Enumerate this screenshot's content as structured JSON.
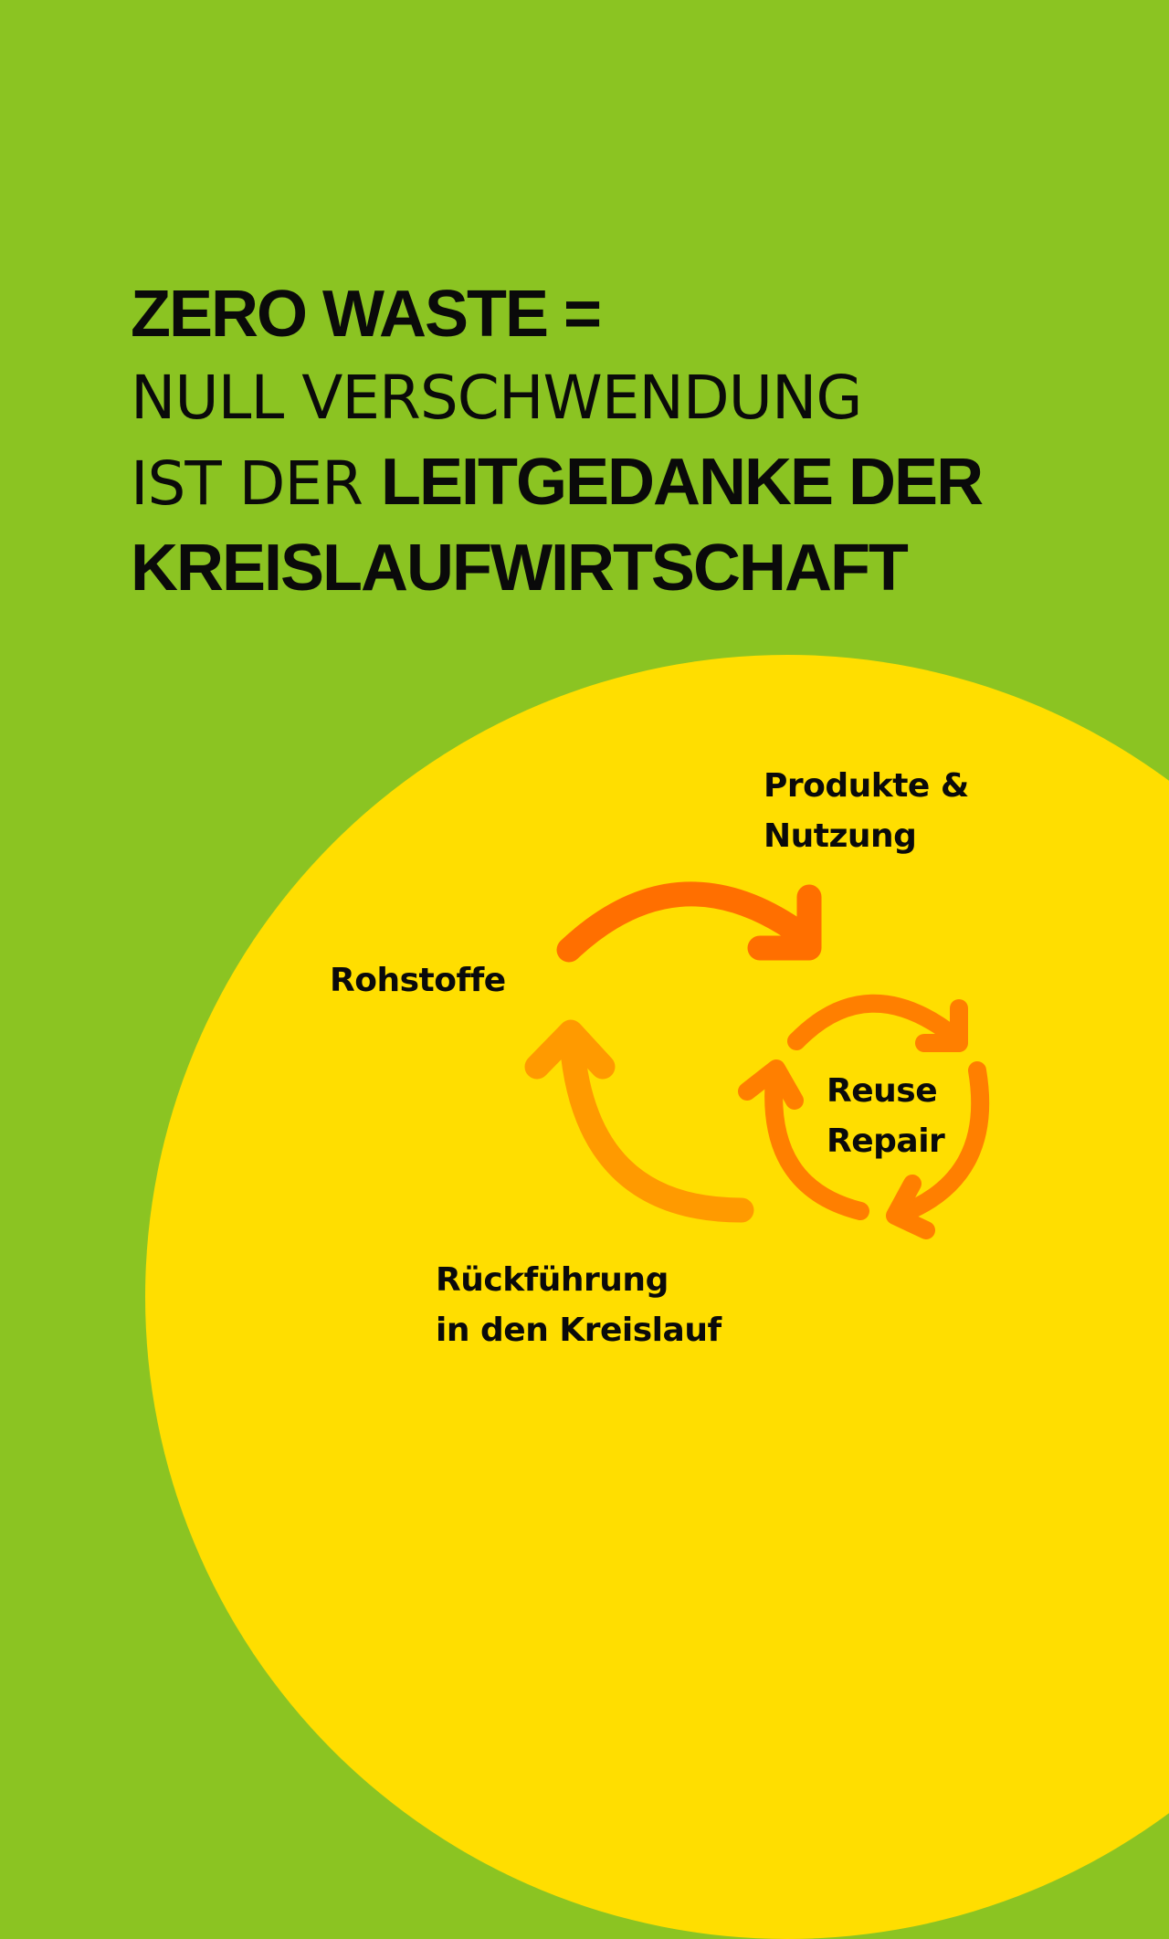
{
  "colors": {
    "background_green": "#8BC422",
    "circle_yellow": "#FFDE00",
    "arrow_dark_orange": "#FF6F00",
    "arrow_mid_orange": "#FF7F00",
    "arrow_light_orange": "#FF9A00",
    "text": "#0a0a0a"
  },
  "headline": {
    "line1": "ZERO WASTE =",
    "line2": "NULL VERSCHWENDUNG",
    "line3_light": "IST DER ",
    "line3_bold": "LEITGEDANKE DER",
    "line4": "KREISLAUFWIRTSCHAFT"
  },
  "diagram": {
    "nodes": [
      {
        "id": "produkte",
        "lines": [
          "Produkte &",
          "Nutzung"
        ]
      },
      {
        "id": "rohstoffe",
        "lines": [
          "Rohstoffe"
        ]
      },
      {
        "id": "reuse",
        "lines": [
          "Reuse",
          "Repair"
        ]
      },
      {
        "id": "rueckfuehrung",
        "lines": [
          "Rückführung",
          "in den Kreislauf"
        ]
      }
    ],
    "arrows": [
      {
        "from": "Rohstoffe",
        "to": "Produkte & Nutzung",
        "icon": "curved-arrow-right"
      },
      {
        "from": "Rückführung in den Kreislauf",
        "to": "Rohstoffe",
        "icon": "curved-arrow-up"
      },
      {
        "cycle": "Reuse Repair",
        "icon": "circular-arrows-cycle"
      }
    ]
  }
}
